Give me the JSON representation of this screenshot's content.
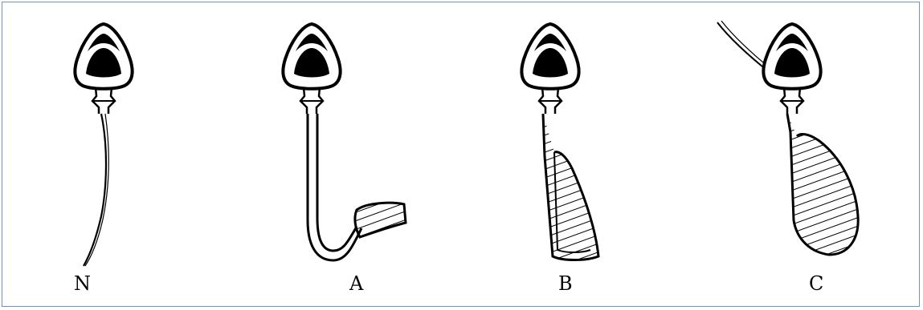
{
  "figure": {
    "labels": {
      "n": "N",
      "a": "A",
      "b": "B",
      "c": "C"
    },
    "colors": {
      "border": "#6f93c4",
      "ink": "#000000",
      "background": "#ffffff"
    }
  }
}
